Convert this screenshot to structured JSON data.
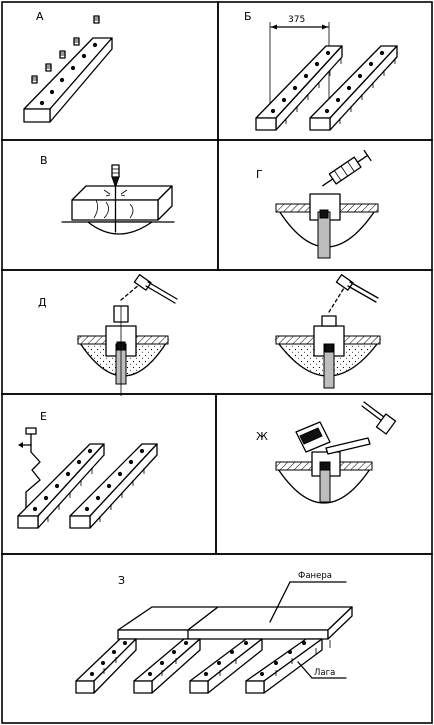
{
  "panels": {
    "a": "А",
    "b": "Б",
    "v": "В",
    "g": "Г",
    "d": "Д",
    "e": "Е",
    "zh": "Ж",
    "z": "З"
  },
  "dimension": "375",
  "callouts": {
    "plywood": "Фанера",
    "joist": "Лага"
  }
}
